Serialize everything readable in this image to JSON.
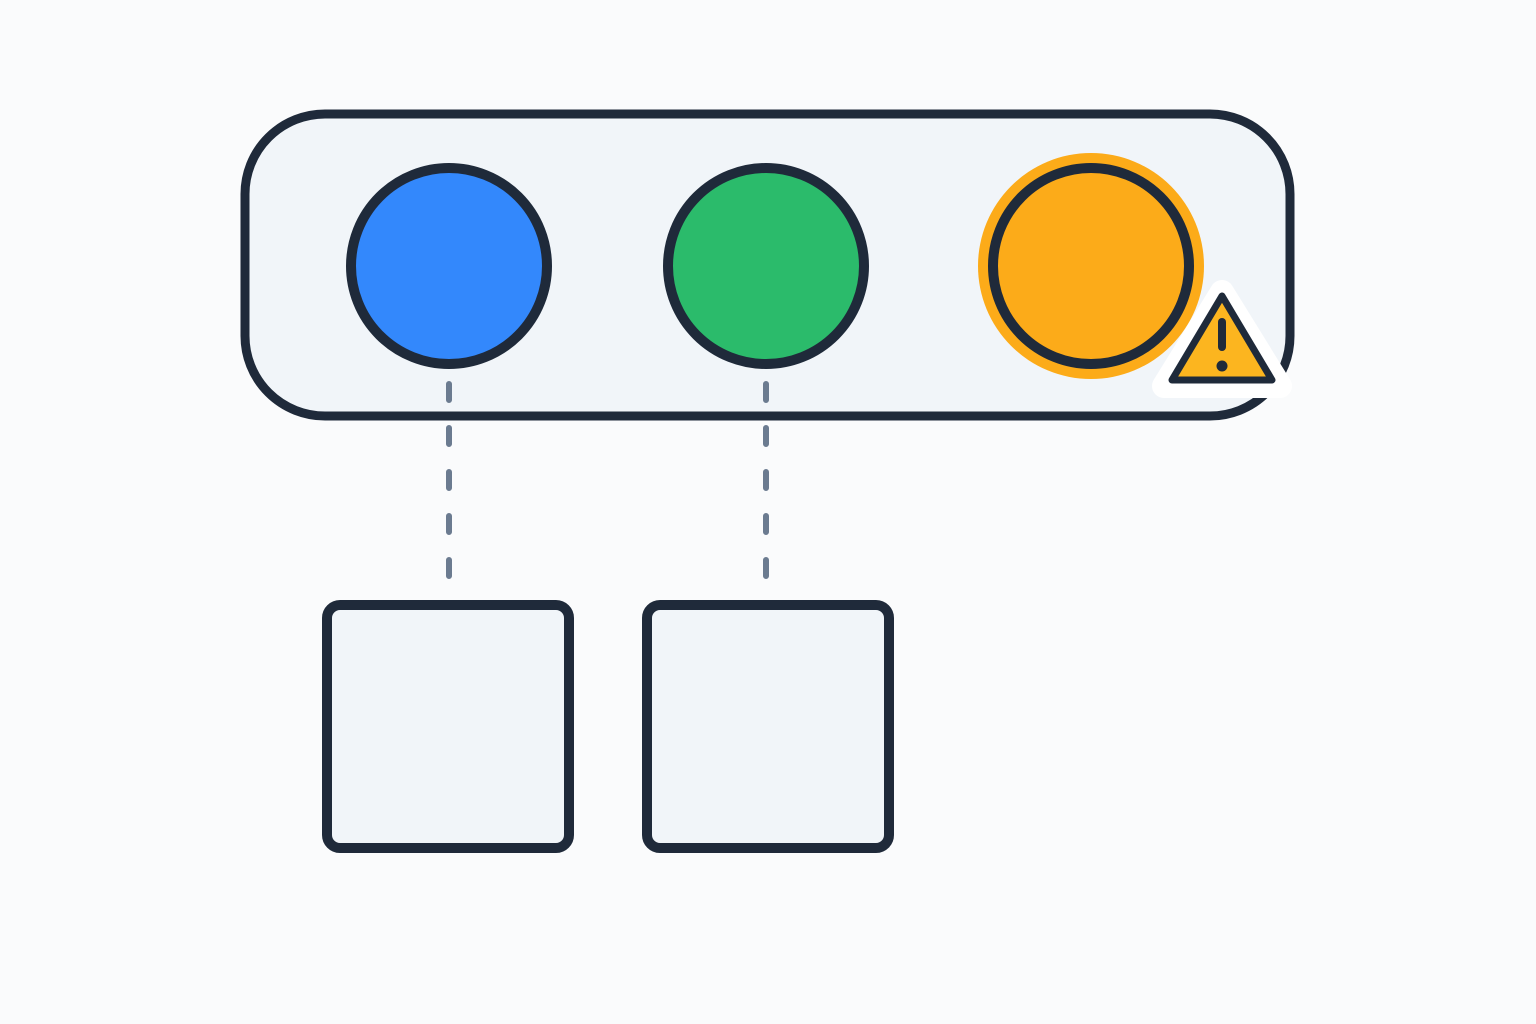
{
  "diagram": {
    "container": {
      "fill": "#f1f5f9",
      "stroke": "#1f2a3a"
    },
    "nodes": [
      {
        "name": "blue-status-circle",
        "fill": "#3388fc",
        "stroke": "#1f2a3a",
        "state": "normal"
      },
      {
        "name": "green-status-circle",
        "fill": "#2bbb6b",
        "stroke": "#1f2a3a",
        "state": "normal"
      },
      {
        "name": "orange-status-circle",
        "fill": "#fcab19",
        "stroke": "#1f2a3a",
        "state": "warning",
        "halo": "#fcab19"
      }
    ],
    "connectors": [
      {
        "from": "blue-status-circle",
        "to": "left-box",
        "style": "dashed",
        "color": "#6b7b90"
      },
      {
        "from": "green-status-circle",
        "to": "middle-box",
        "style": "dashed",
        "color": "#6b7b90"
      }
    ],
    "boxes": [
      {
        "name": "left-box",
        "fill": "#f1f5f9",
        "stroke": "#1f2a3a"
      },
      {
        "name": "middle-box",
        "fill": "#f1f5f9",
        "stroke": "#1f2a3a"
      }
    ],
    "warning": {
      "icon": "warning-triangle-icon",
      "fill": "#fcb51f",
      "stroke": "#1f2a3a",
      "attached_to": "orange-status-circle"
    }
  }
}
